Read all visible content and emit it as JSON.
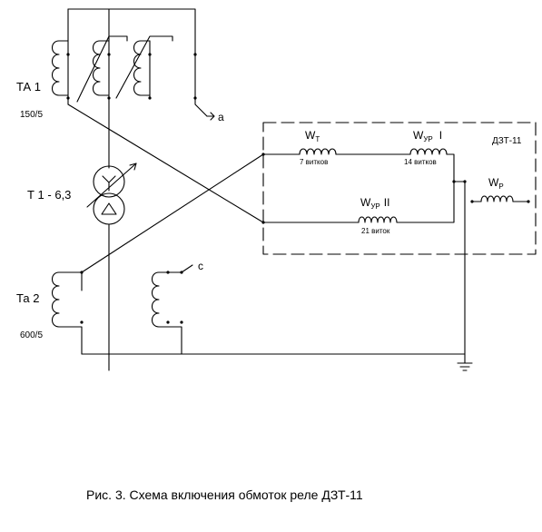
{
  "labels": {
    "ta1": "ТА 1",
    "ta1_ratio": "150/5",
    "phase_a": "a",
    "t1": "Т 1 - 6,3",
    "ta2": "Та 2",
    "ta2_ratio": "600/5",
    "phase_c": "с",
    "relay": "ДЗТ-11",
    "wt_main": "W",
    "wt_sub": "Т",
    "wt_turns": "7 витков",
    "wur1_main": "W",
    "wur1_sub": "УР",
    "wur1_num": "I",
    "wur1_turns": "14 витков",
    "wur2_main": "W",
    "wur2_sub": "УР",
    "wur2_num": "II",
    "wur2_turns": "21 виток",
    "wp_main": "W",
    "wp_sub": "Р"
  },
  "caption": "Рис. 3.  Схема включения обмоток реле ДЗТ-11"
}
